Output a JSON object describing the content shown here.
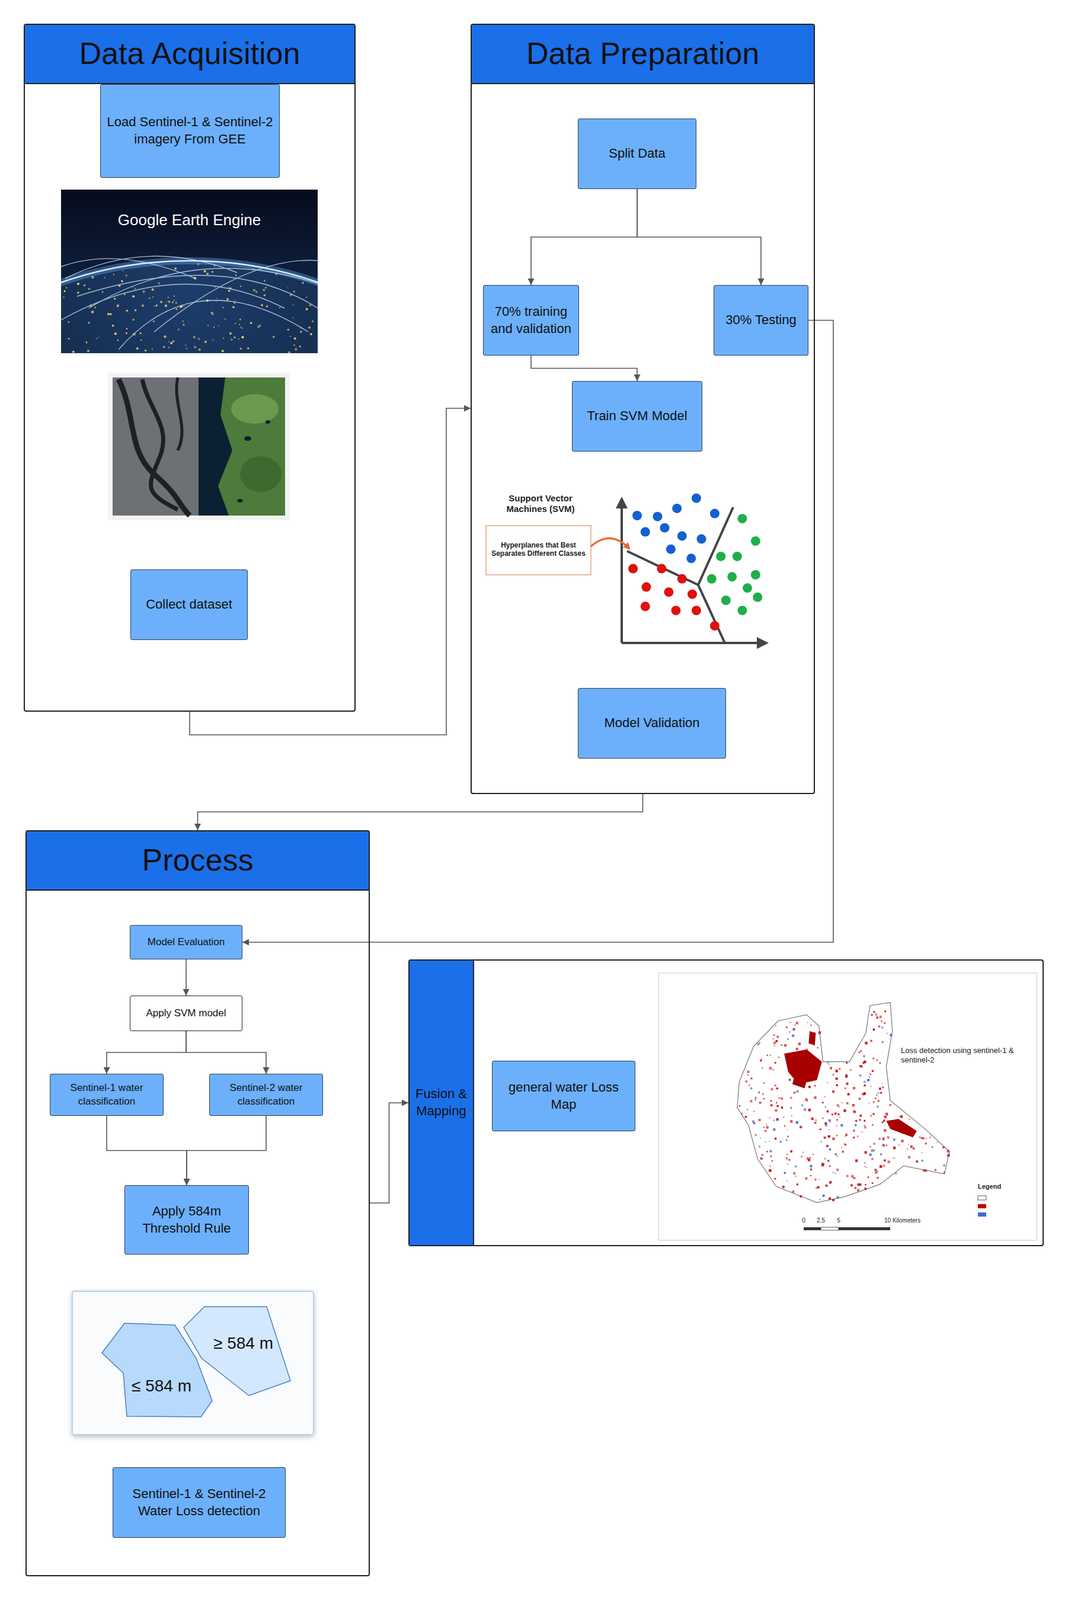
{
  "diagram": {
    "nodes": [
      {
        "text": [
          "Data Acquisition"
        ]
      },
      {
        "text": [
          "Load Sentinel-1 & Sentinel-2 imagery From GEE"
        ],
        "in": 0
      },
      {
        "text": [
          "Collect dataset"
        ],
        "in": 0
      },
      {
        "text": [
          "Data Preparation"
        ]
      },
      {
        "text": [
          "Split Data"
        ],
        "in": 3
      },
      {
        "text": [
          "70% training and validation"
        ],
        "in": 3
      },
      {
        "text": [
          "30% Testing"
        ],
        "in": 3
      },
      {
        "text": [
          "Train SVM Model"
        ],
        "in": 3
      },
      {
        "text": [
          "Model Validation"
        ],
        "in": 3
      },
      {
        "text": [
          "Process"
        ]
      },
      {
        "text": [
          "Model Evaluation"
        ],
        "in": 9
      },
      {
        "text": [
          "Apply SVM model"
        ],
        "in": 9
      },
      {
        "text": [
          "Sentinel-1 water classification"
        ],
        "in": 9
      },
      {
        "text": [
          "Sentinel-2 water classification"
        ],
        "in": 9
      },
      {
        "text": [
          "Apply 584m Threshold Rule"
        ],
        "in": 9
      },
      {
        "text": [
          "Sentinel-1 & Sentinel-2 Water Loss detection"
        ],
        "in": 9
      },
      {
        "text": [
          "Fusion & Mapping"
        ]
      },
      {
        "text": [
          "general water Loss Map"
        ],
        "in": 16
      }
    ],
    "edges": [
      {
        "from": 0,
        "to": 3,
        "arrow": "to"
      },
      {
        "from": 4,
        "to": 5,
        "arrow": "to"
      },
      {
        "from": 4,
        "to": 6,
        "arrow": "to"
      },
      {
        "from": 5,
        "to": 7,
        "arrow": "to"
      },
      {
        "from": 6,
        "to": 10,
        "arrow": "to"
      },
      {
        "from": 3,
        "to": 9,
        "arrow": "to"
      },
      {
        "from": 10,
        "to": 11,
        "arrow": "to"
      },
      {
        "from": 11,
        "to": 12,
        "arrow": "to"
      },
      {
        "from": 11,
        "to": 13,
        "arrow": "to"
      },
      {
        "from": 12,
        "to": 14,
        "arrow": "to"
      },
      {
        "from": 13,
        "to": 14,
        "arrow": "to"
      },
      {
        "from": 9,
        "to": 16,
        "arrow": "to"
      }
    ],
    "labels": [
      "Google Earth Engine",
      "Support Vector Machines (SVM)",
      "Hyperplanes that Best Separates Different Classes",
      "≥ 584 m",
      "≤ 584 m",
      "Loss detection using sentinel-1 & sentinel-2",
      "Legend",
      "0",
      "2.5",
      "5",
      "10 Kilometers"
    ]
  }
}
